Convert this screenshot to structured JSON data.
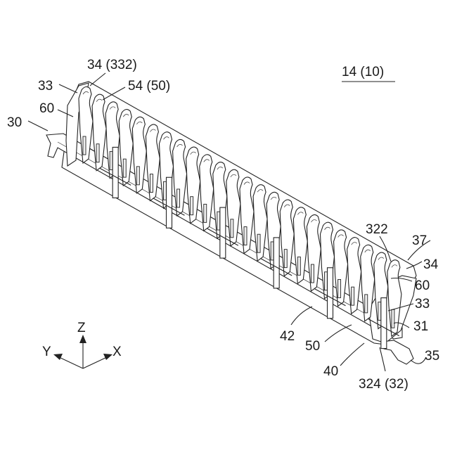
{
  "figure": {
    "title": "14 (10)",
    "colors": {
      "line": "#222222",
      "background": "#ffffff",
      "shade": "#eeeeee"
    }
  },
  "labels": {
    "l_34_332": "34 (332)",
    "l_33_top": "33",
    "l_54_50": "54 (50)",
    "l_60_left": "60",
    "l_30": "30",
    "l_322": "322",
    "l_37": "37",
    "l_34_right": "34",
    "l_60_right": "60",
    "l_33_right": "33",
    "l_31": "31",
    "l_42": "42",
    "l_50": "50",
    "l_35": "35",
    "l_40": "40",
    "l_324_32": "324 (32)"
  },
  "axes": {
    "z": "Z",
    "y": "Y",
    "x": "X"
  }
}
